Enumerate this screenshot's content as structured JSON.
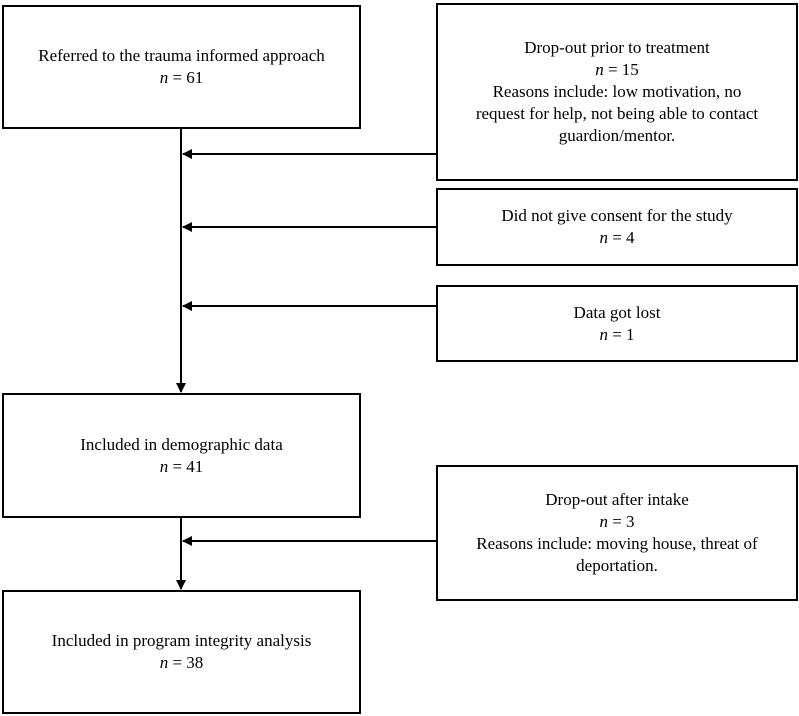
{
  "boxes": {
    "referred": {
      "label": "Referred to the trauma informed approach",
      "n": "61"
    },
    "dropout_prior": {
      "label": "Drop-out prior to treatment",
      "n": "15",
      "reasons": [
        "Reasons include: low motivation, no",
        "request for help, not being able to contact",
        "guardion/mentor."
      ]
    },
    "no_consent": {
      "label": "Did not give consent for the study",
      "n": "4"
    },
    "data_lost": {
      "label": "Data got lost",
      "n": "1"
    },
    "demographic": {
      "label": "Included in demographic data",
      "n": "41"
    },
    "dropout_after": {
      "label": "Drop-out after intake",
      "n": "3",
      "reasons": [
        "Reasons include: moving house, threat of",
        "deportation."
      ]
    },
    "integrity": {
      "label": "Included in program integrity analysis",
      "n": "38"
    }
  },
  "n_symbol": "n",
  "equals": " = "
}
